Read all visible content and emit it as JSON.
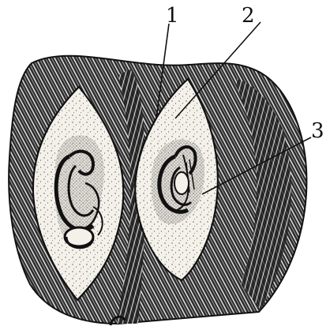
{
  "figure": {
    "callouts": [
      {
        "label": "1"
      },
      {
        "label": "2"
      },
      {
        "label": "3"
      }
    ],
    "colors": {
      "ink": "#111111",
      "cavity": "#f4f1ea",
      "background": "#ffffff"
    }
  }
}
